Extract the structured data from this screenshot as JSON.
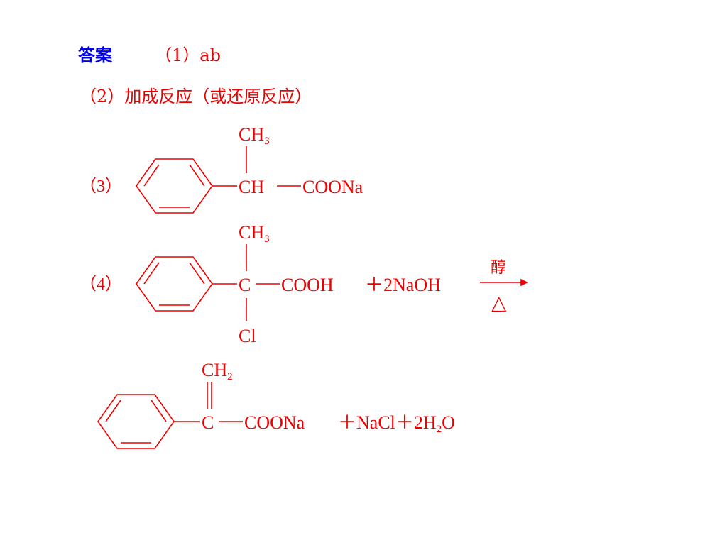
{
  "answer_label": "答案",
  "part1": "（1）ab",
  "part2": "（2）加成反应（或还原反应）",
  "part3": {
    "label": "（3）",
    "group_top": "CH",
    "group_top_sub": "3",
    "center": "CH",
    "tail": "COONa"
  },
  "part4": {
    "label": "（4）",
    "group_top": "CH",
    "group_top_sub": "3",
    "center": "C",
    "tail": "COOH",
    "group_bottom": "Cl",
    "reagent": "＋2NaOH",
    "condition_top": "醇",
    "condition_bottom": "△"
  },
  "product": {
    "group_top": "CH",
    "group_top_sub": "2",
    "center": "C",
    "tail": "COONa",
    "by1": "＋NaCl＋2H",
    "by1_sub": "2",
    "by1_end": "O"
  },
  "colors": {
    "label": "#0000ee",
    "answer": "#ee0000"
  }
}
